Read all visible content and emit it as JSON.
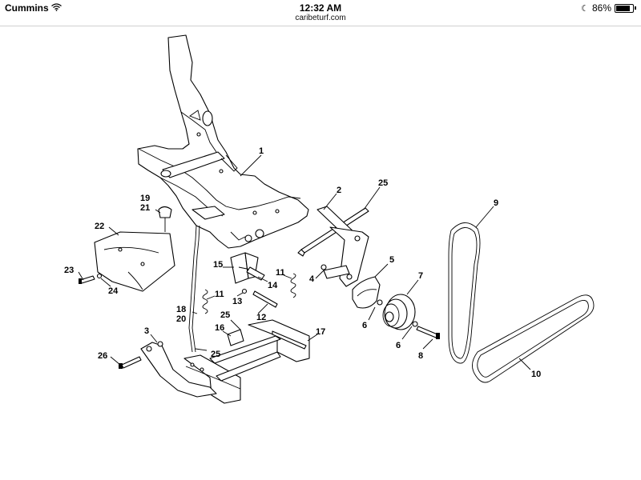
{
  "status_bar": {
    "carrier": "Cummins",
    "time": "12:32 AM",
    "battery_percent": "86%",
    "battery_level": 0.86
  },
  "url_bar": {
    "domain": "caribeturf.com"
  },
  "callouts": [
    {
      "name": "callout-1",
      "text": "1"
    },
    {
      "name": "callout-2",
      "text": "2"
    },
    {
      "name": "callout-25-rod",
      "text": "25"
    },
    {
      "name": "callout-9",
      "text": "9"
    },
    {
      "name": "callout-19",
      "text": "19"
    },
    {
      "name": "callout-21",
      "text": "21"
    },
    {
      "name": "callout-22",
      "text": "22"
    },
    {
      "name": "callout-5",
      "text": "5"
    },
    {
      "name": "callout-7",
      "text": "7"
    },
    {
      "name": "callout-4",
      "text": "4"
    },
    {
      "name": "callout-11-right",
      "text": "11"
    },
    {
      "name": "callout-15",
      "text": "15"
    },
    {
      "name": "callout-14",
      "text": "14"
    },
    {
      "name": "callout-23",
      "text": "23"
    },
    {
      "name": "callout-24",
      "text": "24"
    },
    {
      "name": "callout-6-upper",
      "text": "6"
    },
    {
      "name": "callout-11-left",
      "text": "11"
    },
    {
      "name": "callout-13",
      "text": "13"
    },
    {
      "name": "callout-18",
      "text": "18"
    },
    {
      "name": "callout-20",
      "text": "20"
    },
    {
      "name": "callout-12",
      "text": "12"
    },
    {
      "name": "callout-25-left",
      "text": "25"
    },
    {
      "name": "callout-16",
      "text": "16"
    },
    {
      "name": "callout-17",
      "text": "17"
    },
    {
      "name": "callout-3",
      "text": "3"
    },
    {
      "name": "callout-6-lower",
      "text": "6"
    },
    {
      "name": "callout-8",
      "text": "8"
    },
    {
      "name": "callout-25-lower",
      "text": "25"
    },
    {
      "name": "callout-26",
      "text": "26"
    },
    {
      "name": "callout-10",
      "text": "10"
    }
  ]
}
